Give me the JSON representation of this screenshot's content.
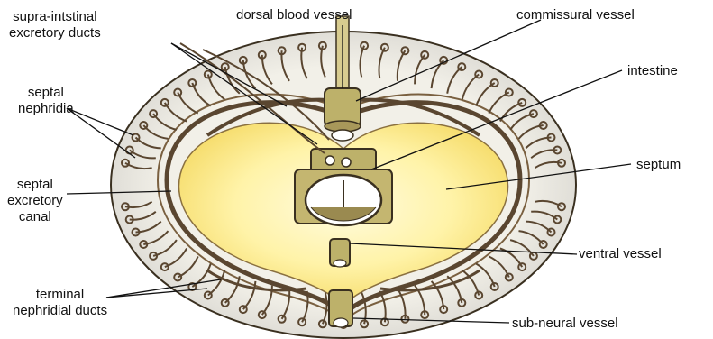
{
  "colors": {
    "ring_fill": "#e4e4e4",
    "septum_fill": "#fff6b8",
    "septum_glow": "#ffe36a",
    "vessel_fill": "#bdb16a",
    "outline": "#3a3020",
    "duct": "#5a4630"
  },
  "labels": {
    "supra_intestinal": [
      "supra-intstinal",
      "excretory ducts"
    ],
    "dorsal_vessel": "dorsal blood vessel",
    "commissural_vessel": "commissural vessel",
    "intestine": "intestine",
    "septal_nephridia": [
      "septal",
      "nephridia"
    ],
    "septum": "septum",
    "septal_excretory_canal": [
      "septal",
      "excretory",
      "canal"
    ],
    "ventral_vessel": "ventral vessel",
    "terminal_nephridial_ducts": [
      "terminal",
      "nephridial ducts"
    ],
    "sub_neural_vessel": "sub-neural vessel"
  }
}
